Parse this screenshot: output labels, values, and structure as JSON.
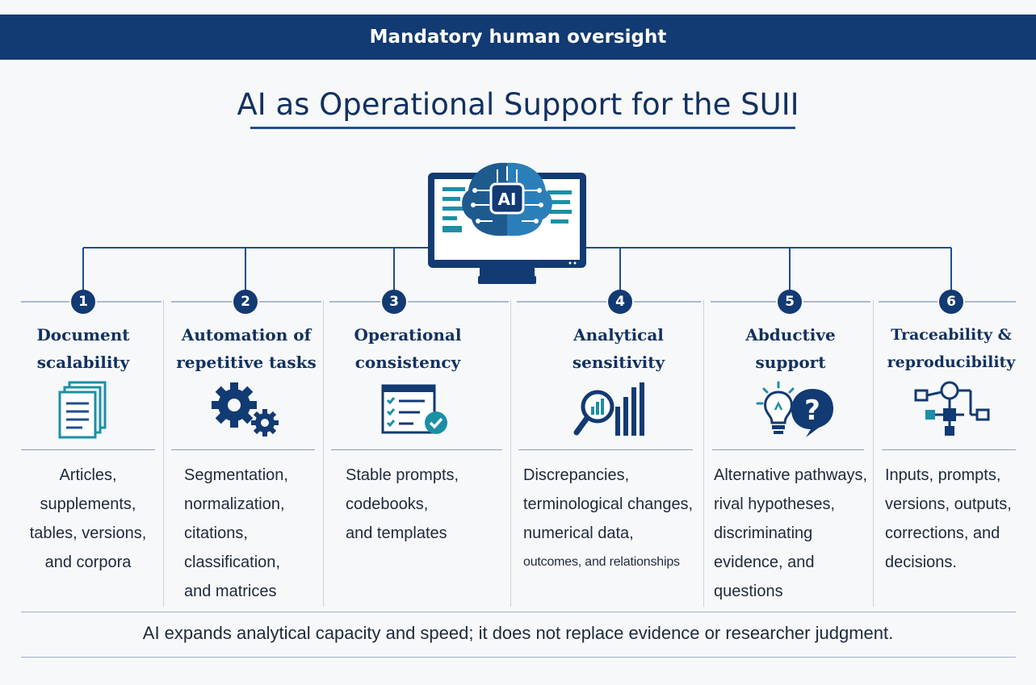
{
  "banner": "Mandatory human oversight",
  "title": "AI as Operational Support for the SUII",
  "monitor": {
    "ai_label": "AI"
  },
  "columns": [
    {
      "number": "1",
      "title_lines": [
        "Document",
        "scalability"
      ],
      "desc_lines": [
        "Articles,",
        "supplements,",
        "tables, versions,",
        "and corpora"
      ],
      "icon": "document-stack-icon"
    },
    {
      "number": "2",
      "title_lines": [
        "Automation of",
        "repetitive tasks"
      ],
      "desc_lines": [
        "Segmentation,",
        "normalization,",
        "citations,",
        "classification,",
        "and matrices"
      ],
      "icon": "gears-icon"
    },
    {
      "number": "3",
      "title_lines": [
        "Operational",
        "consistency"
      ],
      "desc_lines": [
        "Stable prompts,",
        "codebooks,",
        "and templates"
      ],
      "icon": "checklist-icon"
    },
    {
      "number": "4",
      "title_lines": [
        "Analytical",
        "sensitivity"
      ],
      "desc_lines": [
        "Discrepancies,",
        "terminological changes,",
        "numerical data,",
        "outcomes, and relationships"
      ],
      "icon": "magnifier-chart-icon"
    },
    {
      "number": "5",
      "title_lines": [
        "Abductive",
        "support"
      ],
      "desc_lines": [
        "Alternative pathways,",
        "rival hypotheses,",
        "discriminating",
        "evidence, and",
        "questions"
      ],
      "icon": "lightbulb-question-icon"
    },
    {
      "number": "6",
      "title_lines": [
        "Traceability &",
        "reproducibility"
      ],
      "desc_lines": [
        "Inputs, prompts,",
        "versions, outputs,",
        "corrections, and",
        "decisions."
      ],
      "icon": "flowchart-icon"
    }
  ],
  "footer": "AI expands analytical capacity and speed; it does not replace evidence or researcher judgment.",
  "colors": {
    "navy": "#123a73",
    "teal": "#1b8fa6",
    "light_blue": "#3a9fd6"
  }
}
